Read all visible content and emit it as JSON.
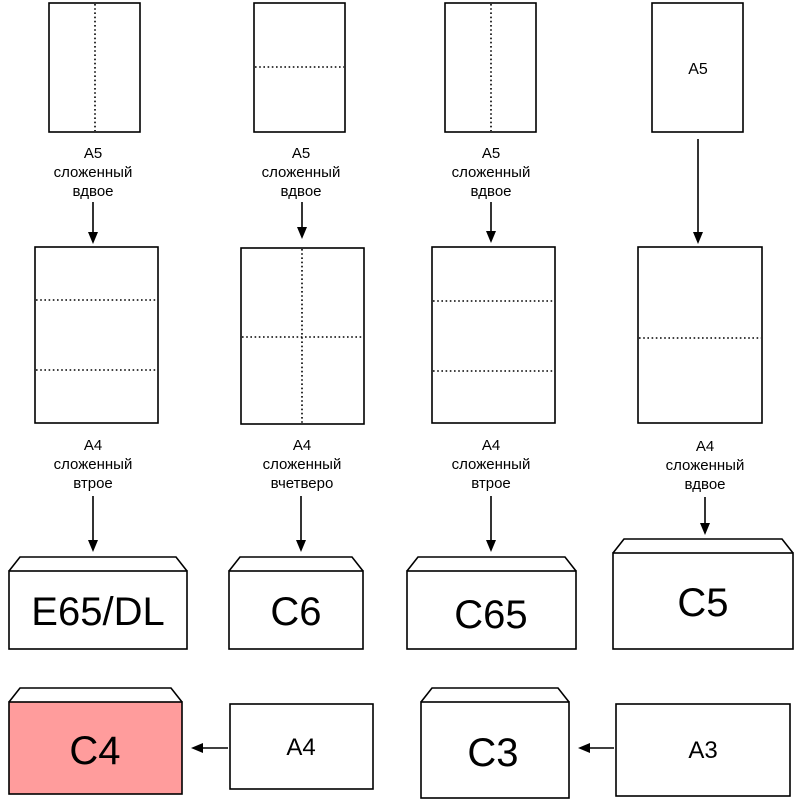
{
  "colors": {
    "stroke": "#000000",
    "paper": "#ffffff",
    "highlight_envelope": "#ff9c9c"
  },
  "columns": [
    {
      "top_caption": [
        "A5",
        "сложенный",
        "вдвое"
      ],
      "mid_caption": [
        "A4",
        "сложенный",
        "втрое"
      ],
      "envelope": "E65/DL"
    },
    {
      "top_caption": [
        "A5",
        "сложенный",
        "вдвое"
      ],
      "mid_caption": [
        "A4",
        "сложенный",
        "вчетверо"
      ],
      "envelope": "C6"
    },
    {
      "top_caption": [
        "A5",
        "сложенный",
        "вдвое"
      ],
      "mid_caption": [
        "A4",
        "сложенный",
        "втрое"
      ],
      "envelope": "C65"
    },
    {
      "top_sheet_label": "A5",
      "mid_caption": [
        "A4",
        "сложенный",
        "вдвое"
      ],
      "envelope": "C5"
    }
  ],
  "bottom_row": [
    {
      "envelope": "C4",
      "sheet_label": "A4",
      "highlighted": true
    },
    {
      "envelope": "C3",
      "sheet_label": "A3",
      "highlighted": false
    }
  ]
}
